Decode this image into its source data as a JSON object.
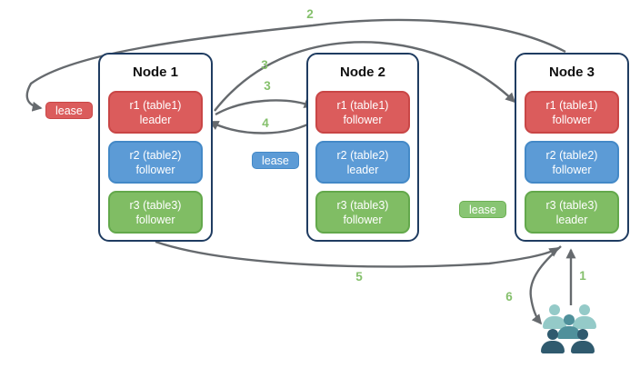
{
  "nodes": [
    {
      "title": "Node 1",
      "replicas": [
        {
          "name": "r1 (table1)",
          "role": "leader",
          "color": "#db5c5c"
        },
        {
          "name": "r2 (table2)",
          "role": "follower",
          "color": "#5c9bd6"
        },
        {
          "name": "r3 (table3)",
          "role": "follower",
          "color": "#80bd64"
        }
      ]
    },
    {
      "title": "Node 2",
      "replicas": [
        {
          "name": "r1 (table1)",
          "role": "follower",
          "color": "#db5c5c"
        },
        {
          "name": "r2 (table2)",
          "role": "leader",
          "color": "#5c9bd6"
        },
        {
          "name": "r3 (table3)",
          "role": "follower",
          "color": "#80bd64"
        }
      ]
    },
    {
      "title": "Node 3",
      "replicas": [
        {
          "name": "r1 (table1)",
          "role": "follower",
          "color": "#db5c5c"
        },
        {
          "name": "r2 (table2)",
          "role": "follower",
          "color": "#5c9bd6"
        },
        {
          "name": "r3 (table3)",
          "role": "leader",
          "color": "#80bd64"
        }
      ]
    }
  ],
  "leases": {
    "red": {
      "label": "lease",
      "color": "#db5c5c"
    },
    "blue": {
      "label": "lease",
      "color": "#5c9bd6"
    },
    "green": {
      "label": "lease",
      "color": "#88c573"
    }
  },
  "steps": {
    "s1": "1",
    "s2": "2",
    "s3a": "3",
    "s3b": "3",
    "s4": "4",
    "s5": "5",
    "s6": "6"
  },
  "icons": {
    "users": "users-group-icon"
  },
  "colors": {
    "arrow": "#666a6e",
    "step_label": "#85c06c",
    "node_border": "#1f3c61",
    "people_light": "#94cac8",
    "people_mid": "#4f909b",
    "people_dark": "#2f5a6e"
  }
}
